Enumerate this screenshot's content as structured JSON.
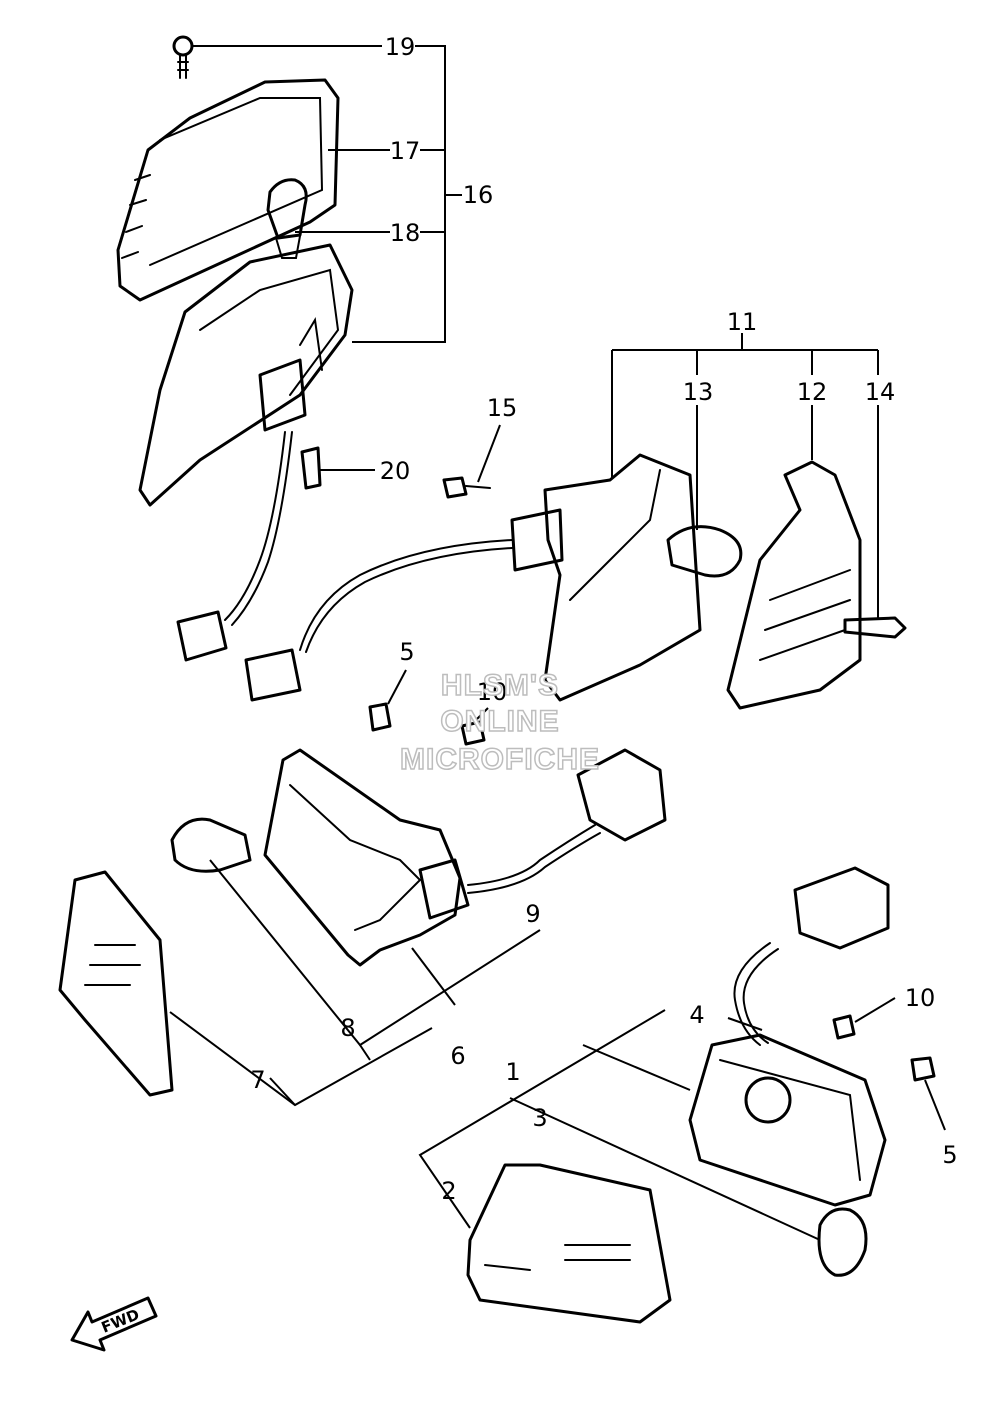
{
  "callouts": {
    "c1": "1",
    "c2": "2",
    "c3": "3",
    "c4": "4",
    "c5a": "5",
    "c5b": "5",
    "c6": "6",
    "c7": "7",
    "c8": "8",
    "c9": "9",
    "c10": "10",
    "c11": "11",
    "c12": "12",
    "c13": "13",
    "c14": "14",
    "c15": "15",
    "c16": "16",
    "c17": "17",
    "c18": "18",
    "c19": "19",
    "c20": "20"
  },
  "watermark": {
    "line1": "HLSM'S",
    "line2": "ONLINE",
    "line3": "MICROFICHE"
  },
  "fwd_label": "FWD",
  "colors": {
    "ink": "#000000",
    "watermark_outline": "#bdbdbd"
  }
}
